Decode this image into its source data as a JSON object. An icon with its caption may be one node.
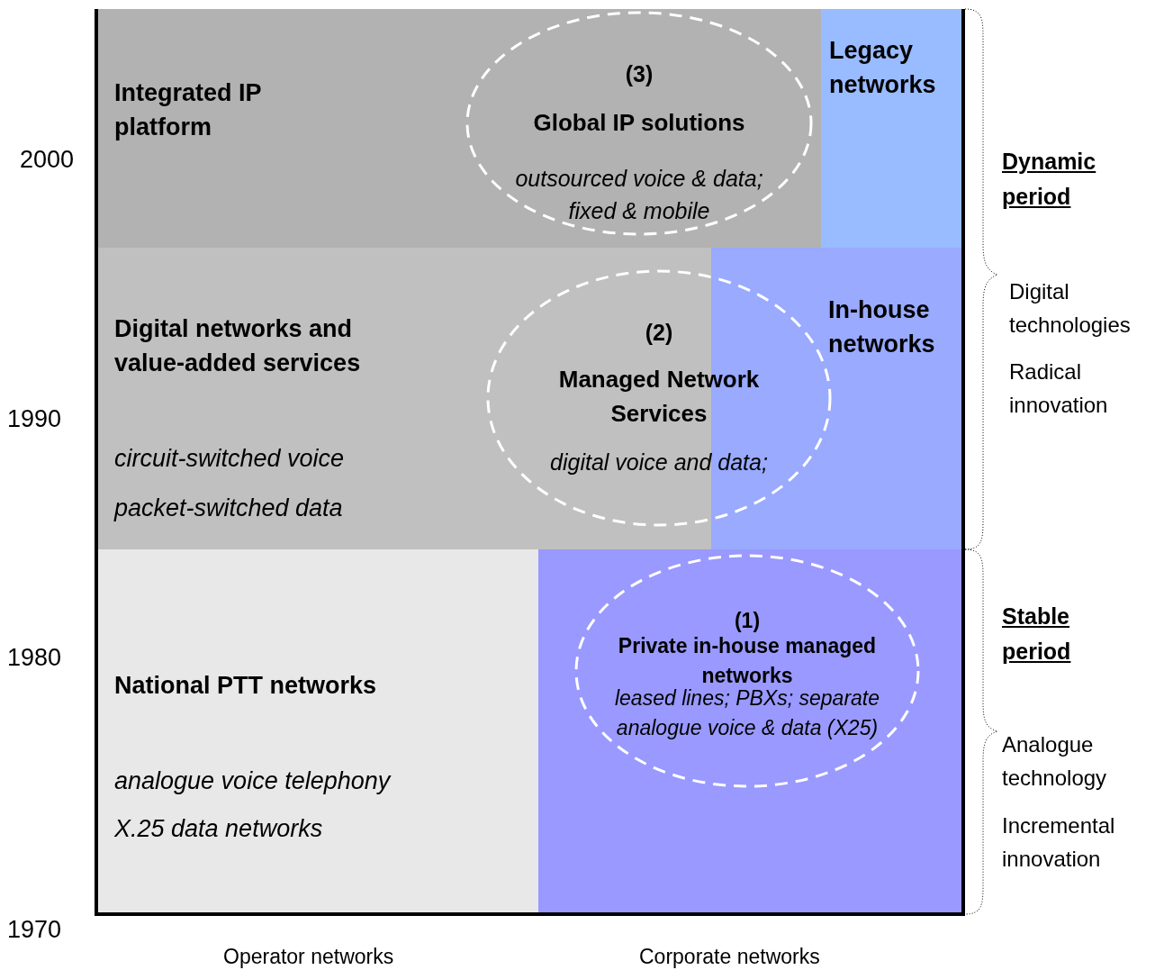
{
  "diagram": {
    "nodes": [
      {
        "text": [
          "Integrated IP platform"
        ]
      },
      {
        "text": [
          "Legacy networks"
        ]
      },
      {
        "text": [
          "(3)",
          "Global IP solutions",
          "outsourced voice & data; fixed & mobile"
        ],
        "in": 0
      },
      {
        "text": [
          "Digital networks and value-added services",
          "circuit-switched voice",
          "packet-switched data"
        ]
      },
      {
        "text": [
          "In-house networks"
        ]
      },
      {
        "text": [
          "(2)",
          "Managed Network Services",
          "digital voice and data;"
        ]
      },
      {
        "text": [
          "National PTT networks",
          "analogue voice telephony",
          "X.25 data networks"
        ]
      },
      {
        "text": [],
        "shape": "box"
      },
      {
        "text": [
          "(1)",
          "Private in-house  managed networks",
          "leased lines; PBXs; separate analogue voice & data (X25)"
        ],
        "in": 7
      }
    ],
    "labels": [
      "2000",
      "1990",
      "1980",
      "1970",
      "Operator networks",
      "Corporate networks",
      "Dynamic period",
      "Digital technologies",
      "Radical innovation",
      "Stable period",
      "Analogue technology",
      "Incremental innovation"
    ]
  }
}
